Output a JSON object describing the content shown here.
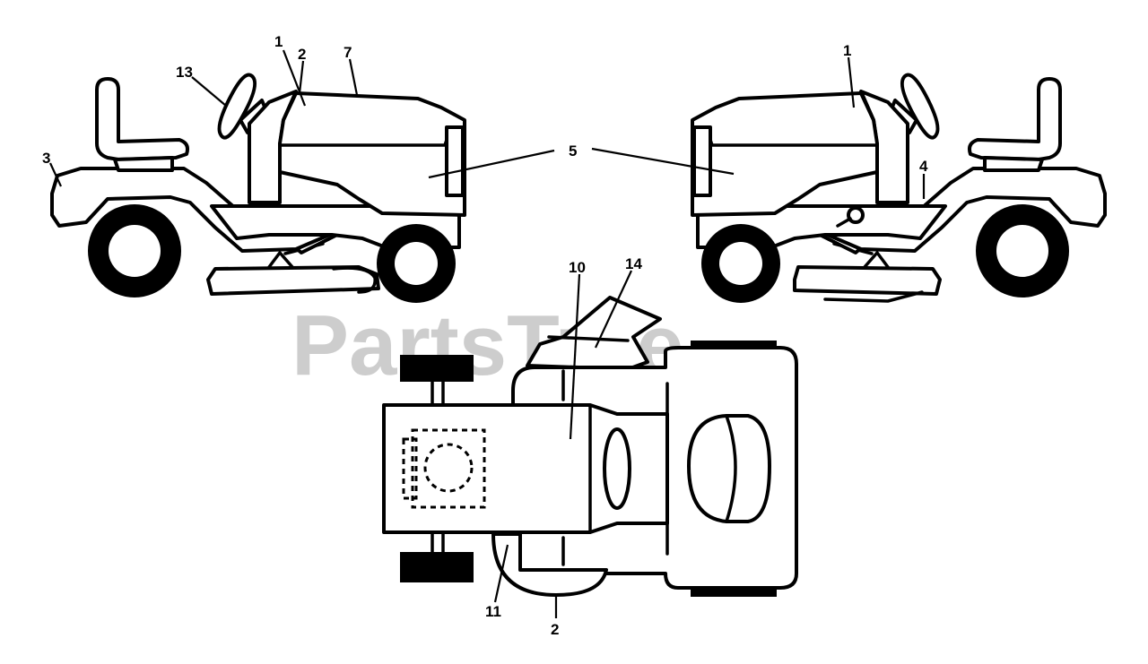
{
  "watermark": {
    "text": "PartsTree",
    "trademark": "™"
  },
  "callouts": {
    "left_1": "1",
    "left_2": "2",
    "left_7": "7",
    "left_13": "13",
    "left_3": "3",
    "center_5": "5",
    "right_1": "1",
    "right_4": "4",
    "top_10": "10",
    "top_14": "14",
    "bottom_11": "11",
    "bottom_2": "2"
  }
}
